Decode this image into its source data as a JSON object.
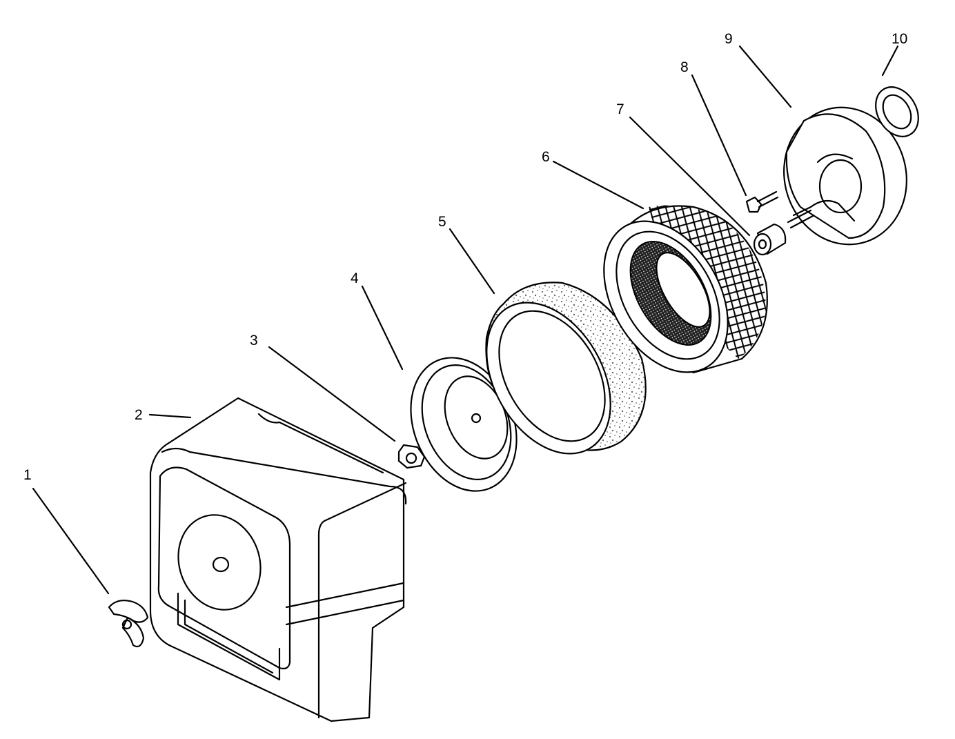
{
  "diagram": {
    "callouts": [
      "1",
      "2",
      "3",
      "4",
      "5",
      "6",
      "7",
      "8",
      "9",
      "10"
    ]
  }
}
